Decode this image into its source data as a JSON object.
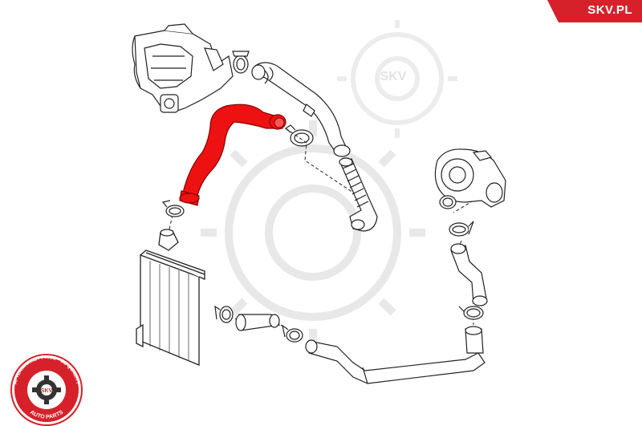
{
  "brand": {
    "site_label": "SKV.PL",
    "logo_inner_text": "SKV",
    "logo_ring_top": "AFTERMARKET PRICE · OE QUALITY",
    "logo_ring_bottom": "AUTO PARTS",
    "watermark_text": "SKV"
  },
  "colors": {
    "highlight_hose": "#ee1111",
    "brand_red": "#d6212a",
    "line_art": "#222222",
    "watermark": "#e6e6e6"
  },
  "diagram": {
    "highlighted_part": "charge-air-hose"
  }
}
